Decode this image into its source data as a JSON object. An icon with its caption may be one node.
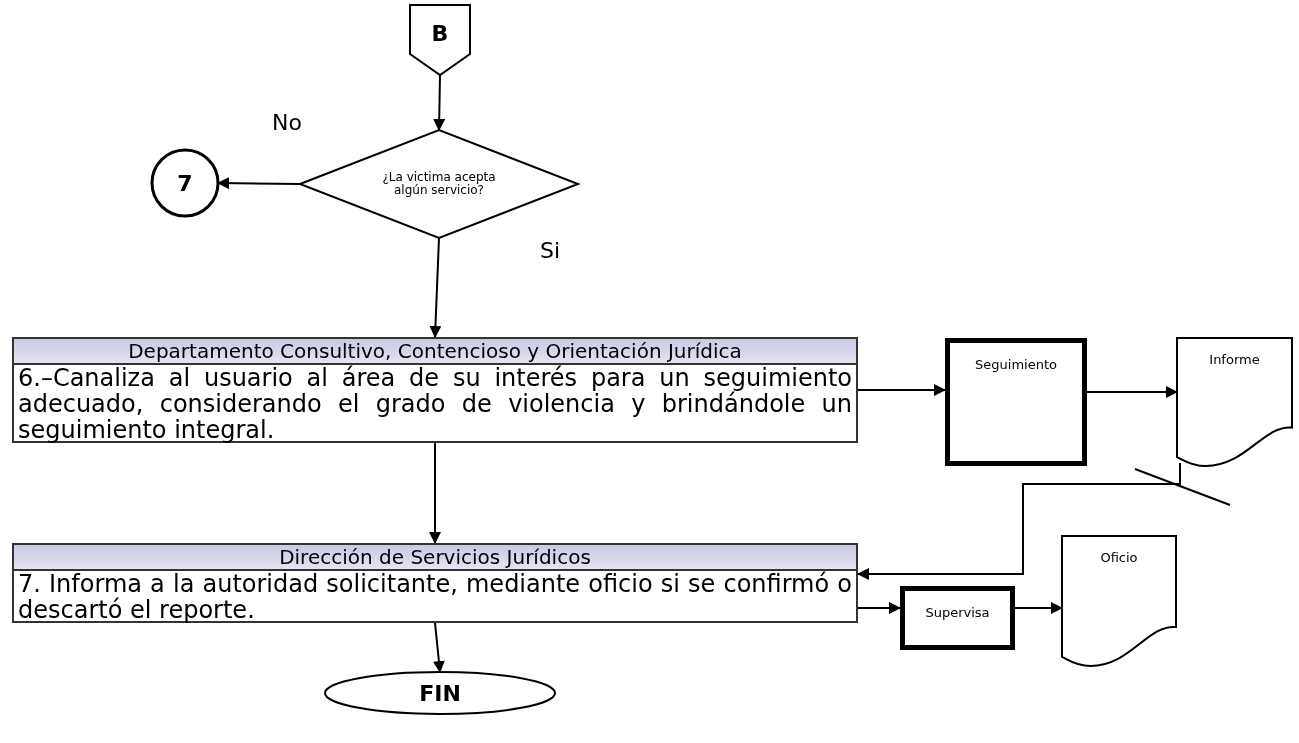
{
  "diagram": {
    "nodes": [
      {
        "text": [
          "B"
        ]
      },
      {
        "text": [
          "¿La victima acepta algún servicio?"
        ]
      },
      {
        "text": [
          "7"
        ]
      },
      {
        "text": [
          "Departamento Consultivo, Contencioso y Orientación Jurídica",
          "6.–Canaliza al usuario al área de su interés para un seguimiento adecuado, considerando el grado de violencia y brindándole un seguimiento integral."
        ]
      },
      {
        "text": [
          "Seguimiento"
        ]
      },
      {
        "text": [
          "Informe"
        ]
      },
      {
        "text": [
          "Dirección de Servicios Jurídicos",
          "7. Informa a la autoridad solicitante, mediante oficio si se confirmó o descartó el reporte."
        ]
      },
      {
        "text": [
          "Supervisa"
        ]
      },
      {
        "text": [
          "Oficio"
        ]
      },
      {
        "text": [
          "FIN"
        ]
      }
    ],
    "edges": [
      {
        "from": 0,
        "to": 1,
        "arrow": "to"
      },
      {
        "from": 1,
        "to": 2,
        "arrow": "to",
        "label": "No"
      },
      {
        "from": 1,
        "to": 3,
        "arrow": "to",
        "label": "Si"
      },
      {
        "from": 3,
        "to": 4,
        "arrow": "to"
      },
      {
        "from": 4,
        "to": 5,
        "arrow": "to"
      },
      {
        "from": 3,
        "to": 6,
        "arrow": "to"
      },
      {
        "from": 6,
        "to": 7,
        "arrow": "to"
      },
      {
        "from": 7,
        "to": 8,
        "arrow": "to"
      },
      {
        "from": 5,
        "to": 6,
        "arrow": "to"
      },
      {
        "from": 6,
        "to": 9,
        "arrow": "to"
      }
    ]
  }
}
